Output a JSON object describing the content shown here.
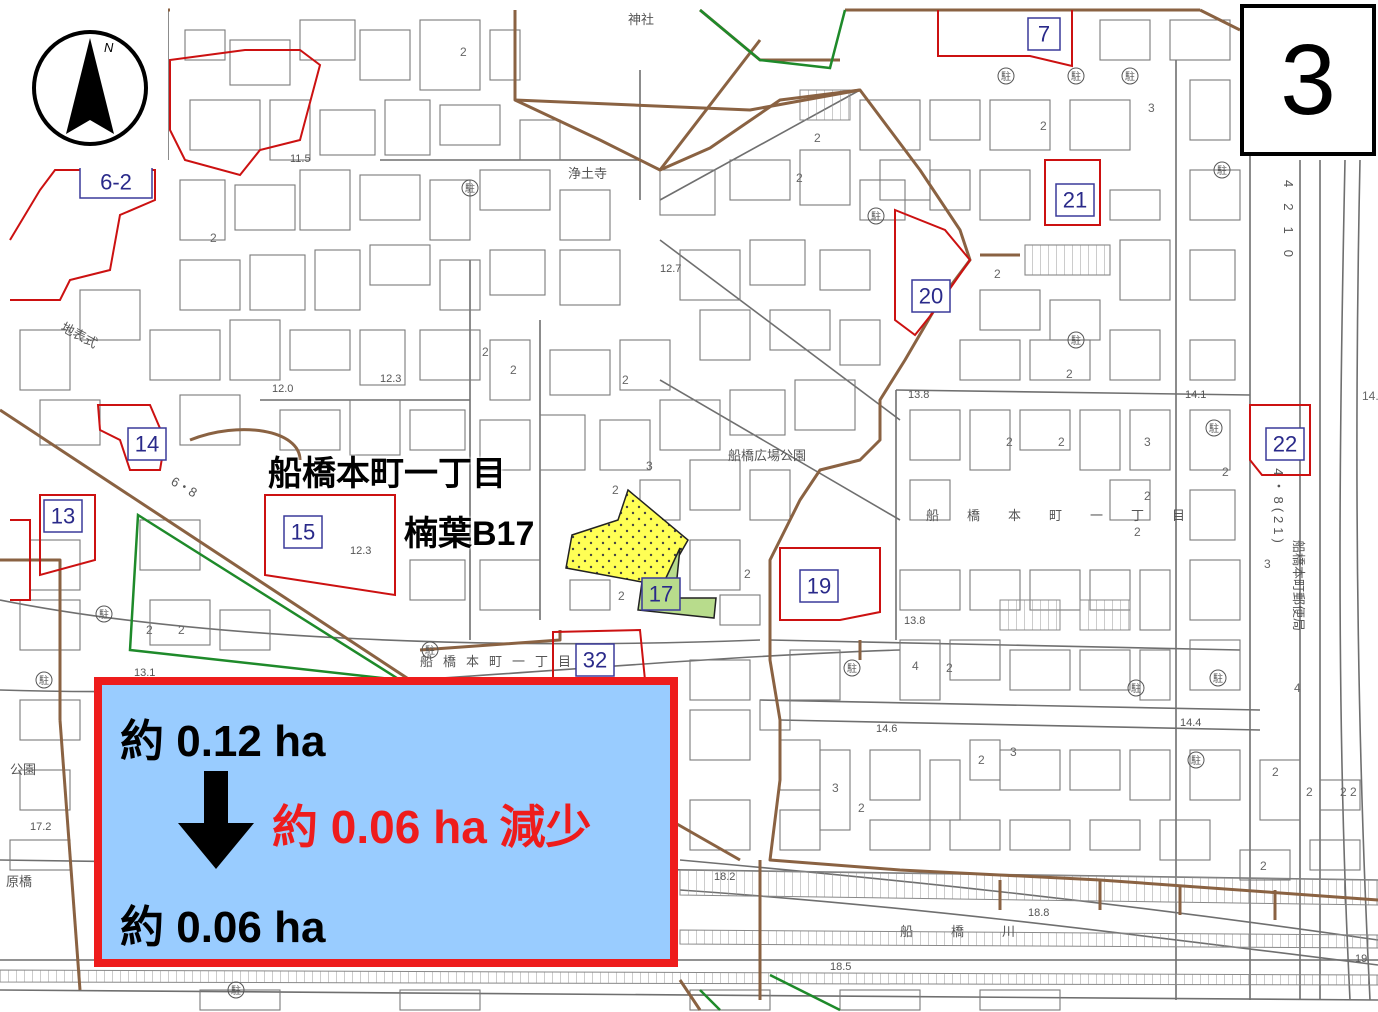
{
  "sheet_number": "3",
  "north_label": "N",
  "site": {
    "town": "船橋本町一丁目",
    "name": "楠葉B17"
  },
  "area": {
    "before": "約 0.12 ha",
    "change": "約 0.06 ha 減少",
    "after": "約 0.06 ha"
  },
  "zones": {
    "z7": "7",
    "z6_2": "6-2",
    "z21": "21",
    "z20": "20",
    "z14": "14",
    "z13": "13",
    "z15": "15",
    "z17": "17",
    "z19": "19",
    "z22": "22",
    "z32": "32"
  },
  "map_labels": {
    "shrine": "神社",
    "temple": "浄土寺",
    "park": "船橋広場公園",
    "district": "船橋本町一丁目",
    "district_lower": "船橋本町一丁目",
    "route": "4210",
    "route_lower": "3・4・8(21)",
    "chihyoshiki": "地表式",
    "post_office": "船橋本町郵便局",
    "river": "船橋川",
    "park_left": "公園",
    "bridge": "原橋",
    "num68": "6・8",
    "parking": "駐"
  },
  "elevations": [
    "11.5",
    "12.7",
    "12.0",
    "12.3",
    "12.3",
    "13.8",
    "14.1",
    "13.8",
    "14.6",
    "14.4",
    "18.2",
    "18.8",
    "18.5",
    "17.2",
    "13.1",
    "19"
  ],
  "colors": {
    "project_area": "#ffff55",
    "reduced_area": "#b8dc8c",
    "zone_red": "#cc1111",
    "zone_green": "#1e8a2a",
    "boundary_brown": "#8a6242",
    "box_fill": "#99ccff",
    "box_border": "#ee1c1c"
  }
}
